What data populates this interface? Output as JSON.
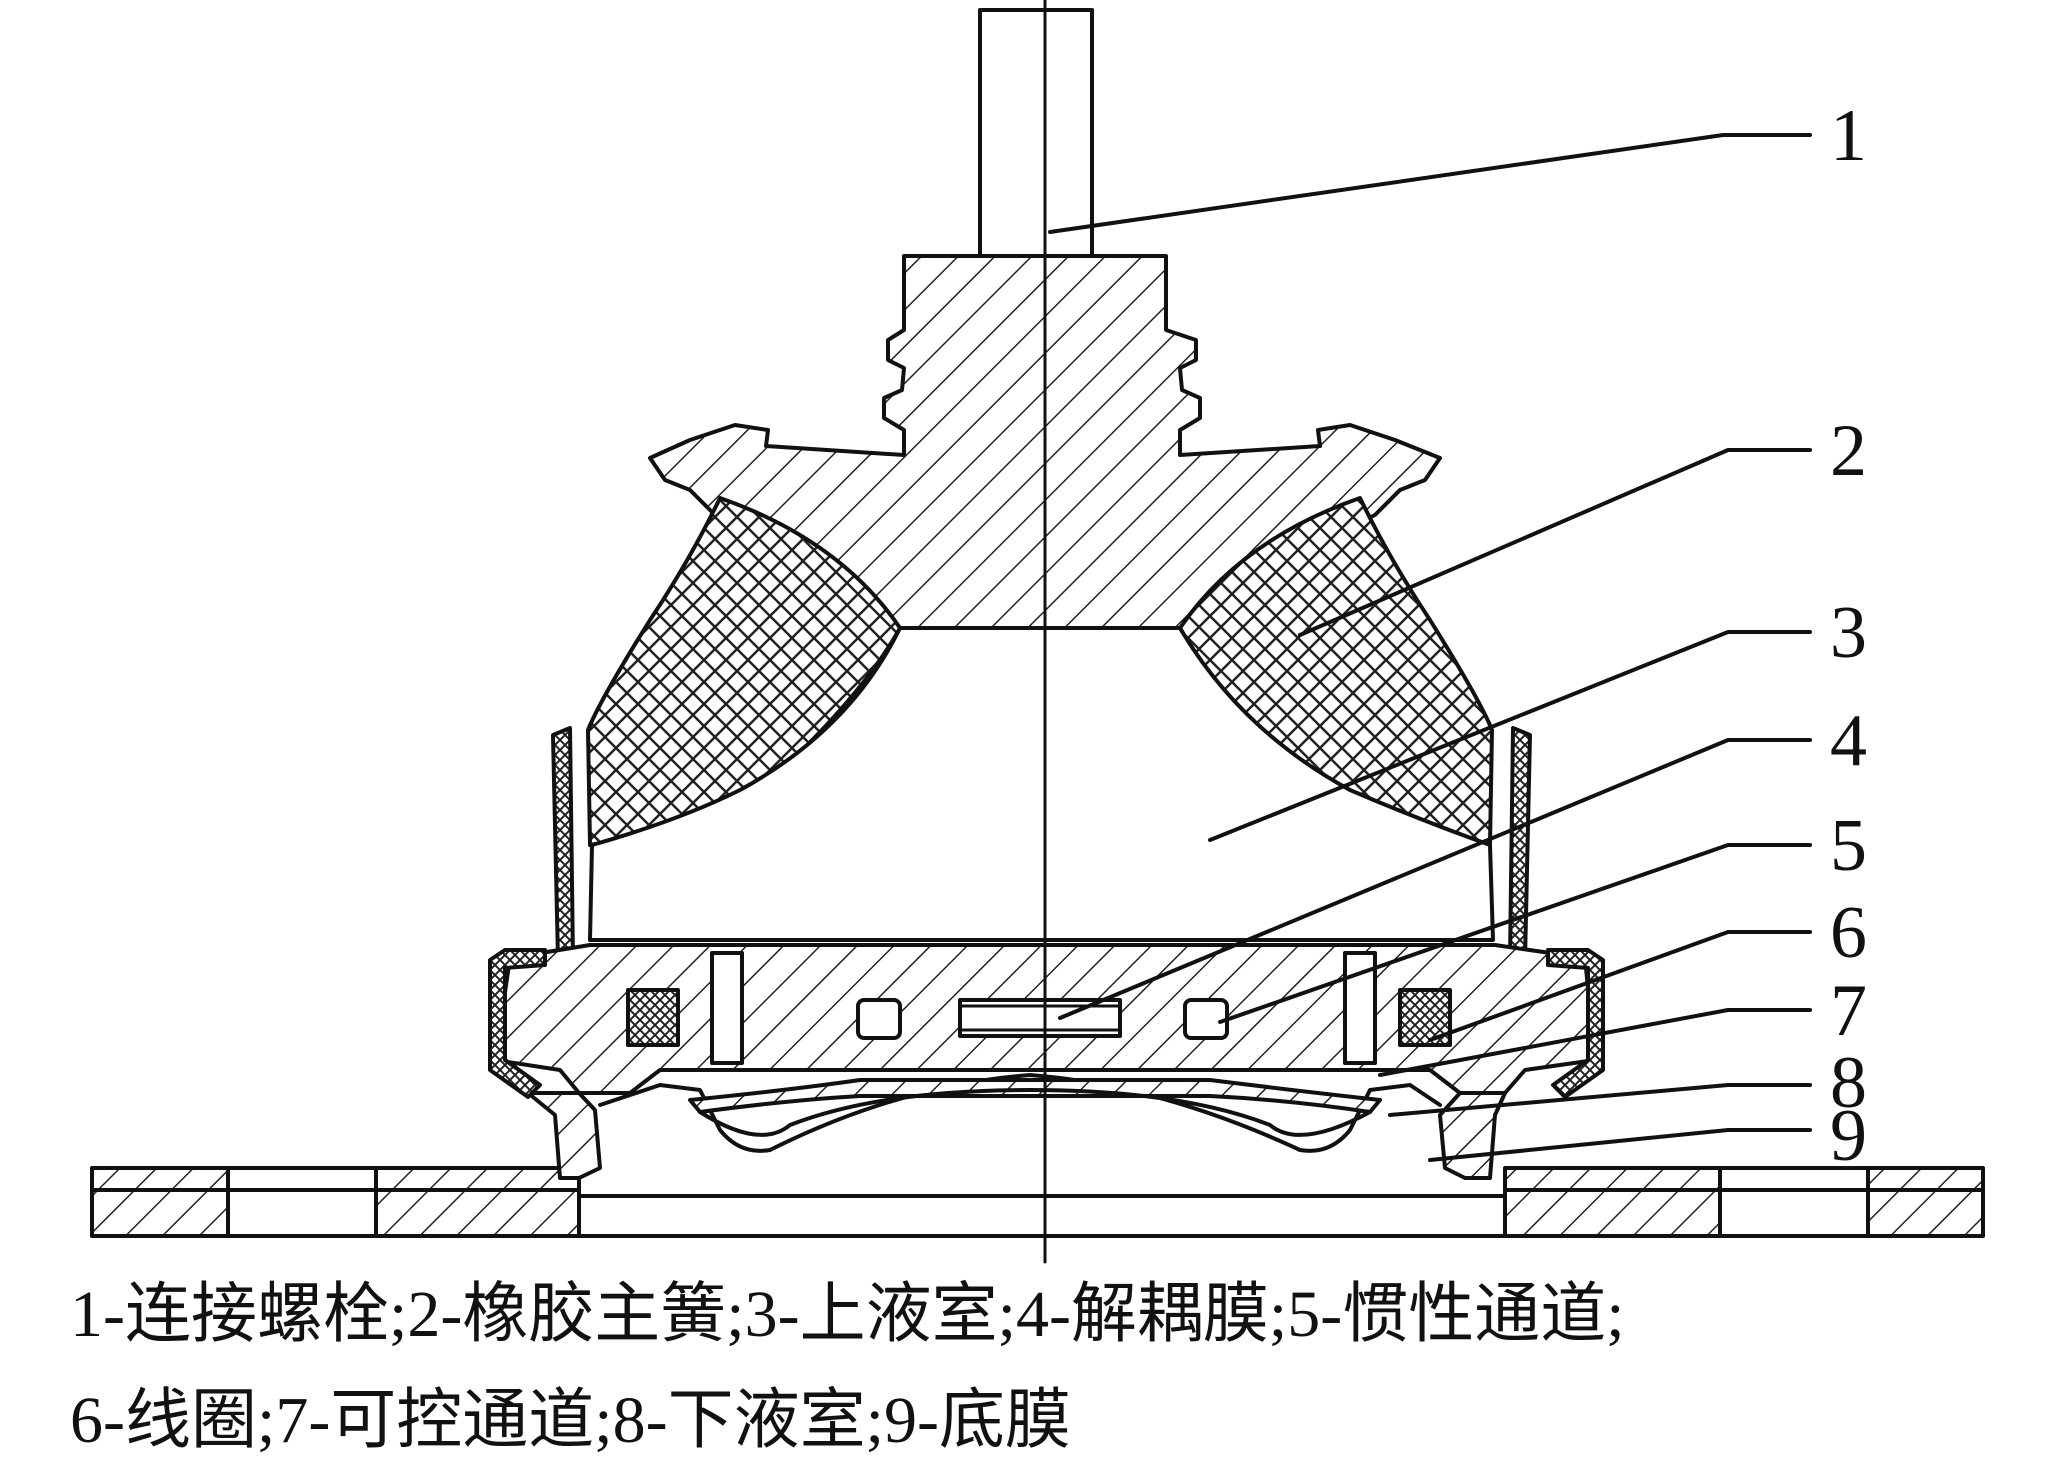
{
  "callouts": [
    {
      "number": "1",
      "name": "连接螺栓"
    },
    {
      "number": "2",
      "name": "橡胶主簧"
    },
    {
      "number": "3",
      "name": "上液室"
    },
    {
      "number": "4",
      "name": "解耦膜"
    },
    {
      "number": "5",
      "name": "惯性通道"
    },
    {
      "number": "6",
      "name": "线圈"
    },
    {
      "number": "7",
      "name": "可控通道"
    },
    {
      "number": "8",
      "name": "下液室"
    },
    {
      "number": "9",
      "name": "底膜"
    }
  ],
  "caption": {
    "line1": "1-连接螺栓;2-橡胶主簧;3-上液室;4-解耦膜;5-惯性通道;",
    "line2": "6-线圈;7-可控通道;8-下液室;9-底膜"
  }
}
